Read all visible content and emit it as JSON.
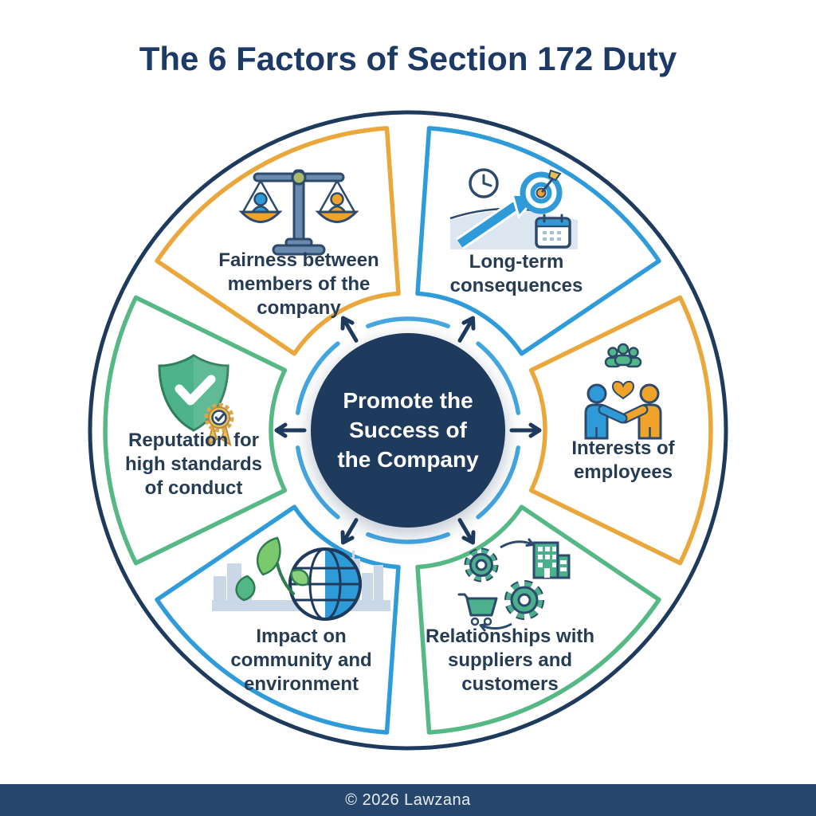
{
  "title": "The 6 Factors of Section 172 Duty",
  "center": {
    "lines": [
      "Promote the",
      "Success of",
      "the Company"
    ]
  },
  "segments": [
    {
      "name": "fairness-members",
      "lines": [
        "Fairness between",
        "members of the",
        "company"
      ],
      "border_color": "#EAA73C",
      "icon": "balance-scales-icon"
    },
    {
      "name": "long-term-consequences",
      "lines": [
        "Long-term",
        "consequences"
      ],
      "border_color": "#2F9CD9",
      "icon": "clock-target-calendar-icon"
    },
    {
      "name": "interests-of-employees",
      "lines": [
        "Interests of",
        "employees"
      ],
      "border_color": "#EAA73C",
      "icon": "handshake-icon"
    },
    {
      "name": "suppliers-customers",
      "lines": [
        "Relationships with",
        "suppliers and",
        "customers"
      ],
      "border_color": "#55B885",
      "icon": "gears-cart-building-icon"
    },
    {
      "name": "community-environment",
      "lines": [
        "Impact on",
        "community and",
        "environment"
      ],
      "border_color": "#2F9CD9",
      "icon": "leaf-globe-icon"
    },
    {
      "name": "reputation-conduct",
      "lines": [
        "Reputation for",
        "high standards",
        "of conduct"
      ],
      "border_color": "#55B885",
      "icon": "shield-check-icon"
    }
  ],
  "footer": {
    "text": "© 2026 Lawzana"
  },
  "colors": {
    "navy": "#1E3A5C",
    "outline": "#1E3A5C",
    "arrow": "#1E3A5C",
    "ring": "#45A6E0",
    "center_fill": "#1E3A5C",
    "title_text": "#1D3A66",
    "label_text": "#263C55",
    "footer_bg": "#26466B",
    "footer_text": "#E9EFF6",
    "icon_blue": "#2E9BD8",
    "icon_orange": "#EFA32A",
    "icon_green": "#52B788",
    "icon_teal_green": "#4CAF8E",
    "icon_outline": "#2C4A6B",
    "skyline": "#C9D7E6",
    "gold": "#E9C25E"
  }
}
